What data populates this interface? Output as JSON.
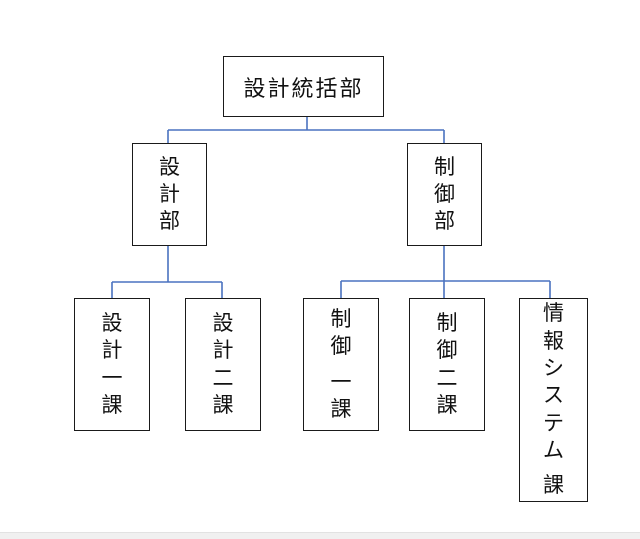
{
  "colors": {
    "connector": "#4a72c0",
    "box_border": "#1a1a1a",
    "text": "#111111",
    "background": "#ffffff"
  },
  "org": {
    "root": {
      "label": "設計統括部"
    },
    "departments": [
      {
        "label": "設計部",
        "chars": [
          "設",
          "計",
          "部"
        ],
        "sections": [
          {
            "label": "設計一課",
            "chars": [
              "設",
              "計",
              "一",
              "課"
            ]
          },
          {
            "label": "設計二課",
            "chars": [
              "設",
              "計",
              "二",
              "課"
            ]
          }
        ]
      },
      {
        "label": "制御部",
        "chars": [
          "制",
          "御",
          "部"
        ],
        "sections": [
          {
            "label": "制御一課",
            "chars": [
              "制",
              "御",
              "一",
              "課"
            ]
          },
          {
            "label": "制御二課",
            "chars": [
              "制",
              "御",
              "二",
              "課"
            ]
          },
          {
            "label": "情報システム課",
            "chars": [
              "情",
              "報",
              "シ",
              "ス",
              "テ",
              "ム",
              "課"
            ]
          }
        ]
      }
    ]
  }
}
